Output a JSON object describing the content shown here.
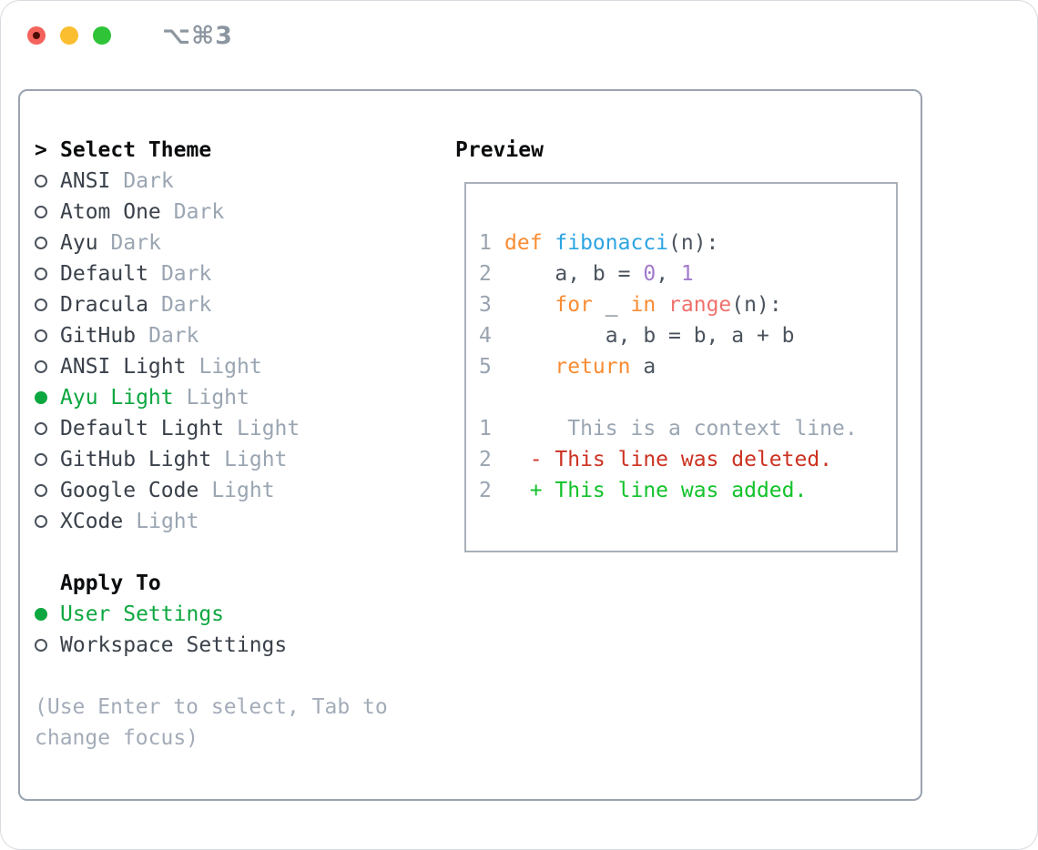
{
  "titlebar": {
    "shortcut": "⌥⌘3",
    "buttons": [
      "close",
      "minimize",
      "zoom"
    ]
  },
  "theme_panel": {
    "prompt": ">",
    "title": "Select Theme",
    "items": [
      {
        "name": "ANSI",
        "variant": "Dark",
        "selected": false
      },
      {
        "name": "Atom One",
        "variant": "Dark",
        "selected": false
      },
      {
        "name": "Ayu",
        "variant": "Dark",
        "selected": false
      },
      {
        "name": "Default",
        "variant": "Dark",
        "selected": false
      },
      {
        "name": "Dracula",
        "variant": "Dark",
        "selected": false
      },
      {
        "name": "GitHub",
        "variant": "Dark",
        "selected": false
      },
      {
        "name": "ANSI Light",
        "variant": "Light",
        "selected": false
      },
      {
        "name": "Ayu Light",
        "variant": "Light",
        "selected": true
      },
      {
        "name": "Default Light",
        "variant": "Light",
        "selected": false
      },
      {
        "name": "GitHub Light",
        "variant": "Light",
        "selected": false
      },
      {
        "name": "Google Code",
        "variant": "Light",
        "selected": false
      },
      {
        "name": "XCode",
        "variant": "Light",
        "selected": false
      }
    ],
    "apply_to": {
      "title": "Apply To",
      "options": [
        {
          "label": "User Settings",
          "selected": true
        },
        {
          "label": "Workspace Settings",
          "selected": false
        }
      ]
    },
    "hint_line1": "(Use Enter to select, Tab to",
    "hint_line2": "change focus)"
  },
  "preview": {
    "title": "Preview",
    "code_lines": [
      {
        "num": "1",
        "tokens": [
          {
            "t": "def ",
            "c": "keyword"
          },
          {
            "t": "fibonacci",
            "c": "function"
          },
          {
            "t": "(n):",
            "c": "plain"
          }
        ]
      },
      {
        "num": "2",
        "tokens": [
          {
            "t": "    a, b = ",
            "c": "plain"
          },
          {
            "t": "0",
            "c": "number"
          },
          {
            "t": ", ",
            "c": "plain"
          },
          {
            "t": "1",
            "c": "number"
          }
        ]
      },
      {
        "num": "3",
        "tokens": [
          {
            "t": "    ",
            "c": "plain"
          },
          {
            "t": "for",
            "c": "keyword"
          },
          {
            "t": " _ ",
            "c": "plain"
          },
          {
            "t": "in",
            "c": "keyword"
          },
          {
            "t": " ",
            "c": "plain"
          },
          {
            "t": "range",
            "c": "builtin"
          },
          {
            "t": "(n):",
            "c": "plain"
          }
        ]
      },
      {
        "num": "4",
        "tokens": [
          {
            "t": "        a, b = b, a + b",
            "c": "plain"
          }
        ]
      },
      {
        "num": "5",
        "tokens": [
          {
            "t": "    ",
            "c": "plain"
          },
          {
            "t": "return",
            "c": "keyword"
          },
          {
            "t": " a",
            "c": "plain"
          }
        ]
      },
      {
        "num": "",
        "tokens": []
      },
      {
        "num": "1",
        "tokens": [
          {
            "t": "     This is a context line.",
            "c": "context"
          }
        ]
      },
      {
        "num": "2",
        "tokens": [
          {
            "t": "  - This line was deleted.",
            "c": "deleted"
          }
        ]
      },
      {
        "num": "2",
        "tokens": [
          {
            "t": "  + This line was added.",
            "c": "added"
          }
        ]
      }
    ]
  },
  "colors": {
    "accent_green": "#0CA73F",
    "added_green": "#12C22B",
    "deleted_red": "#CC3222",
    "keyword_orange": "#F98C33",
    "function_blue": "#2DA4E2",
    "number_purple": "#A37ACC",
    "builtin_pink": "#F0716C",
    "code_text": "#4B545E",
    "muted_gray": "#9AA5B2",
    "traffic_red": "#F4635B",
    "traffic_yellow": "#FBBE30",
    "traffic_green": "#2FC338"
  }
}
